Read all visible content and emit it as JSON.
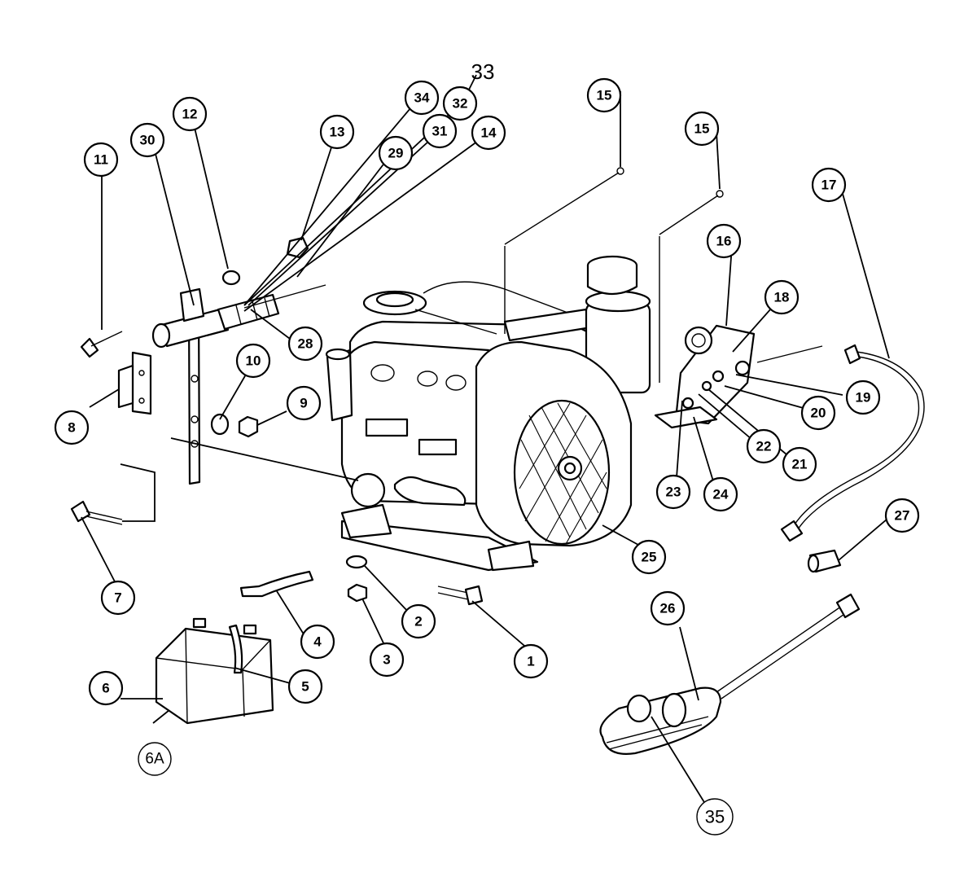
{
  "diagram": {
    "callouts": [
      {
        "id": "c1",
        "label": "1"
      },
      {
        "id": "c2",
        "label": "2"
      },
      {
        "id": "c3",
        "label": "3"
      },
      {
        "id": "c4",
        "label": "4"
      },
      {
        "id": "c5",
        "label": "5"
      },
      {
        "id": "c6",
        "label": "6"
      },
      {
        "id": "c6a",
        "label": "6A"
      },
      {
        "id": "c7",
        "label": "7"
      },
      {
        "id": "c8",
        "label": "8"
      },
      {
        "id": "c9",
        "label": "9"
      },
      {
        "id": "c10",
        "label": "10"
      },
      {
        "id": "c11",
        "label": "11"
      },
      {
        "id": "c12",
        "label": "12"
      },
      {
        "id": "c13",
        "label": "13"
      },
      {
        "id": "c14",
        "label": "14"
      },
      {
        "id": "c15a",
        "label": "15"
      },
      {
        "id": "c15b",
        "label": "15"
      },
      {
        "id": "c16",
        "label": "16"
      },
      {
        "id": "c17",
        "label": "17"
      },
      {
        "id": "c18",
        "label": "18"
      },
      {
        "id": "c19",
        "label": "19"
      },
      {
        "id": "c20",
        "label": "20"
      },
      {
        "id": "c21",
        "label": "21"
      },
      {
        "id": "c22",
        "label": "22"
      },
      {
        "id": "c23",
        "label": "23"
      },
      {
        "id": "c24",
        "label": "24"
      },
      {
        "id": "c25",
        "label": "25"
      },
      {
        "id": "c26",
        "label": "26"
      },
      {
        "id": "c27",
        "label": "27"
      },
      {
        "id": "c28",
        "label": "28"
      },
      {
        "id": "c29",
        "label": "29"
      },
      {
        "id": "c30",
        "label": "30"
      },
      {
        "id": "c31",
        "label": "31"
      },
      {
        "id": "c32",
        "label": "32"
      },
      {
        "id": "c33",
        "label": "33"
      },
      {
        "id": "c34",
        "label": "34"
      },
      {
        "id": "c35",
        "label": "35"
      }
    ]
  }
}
